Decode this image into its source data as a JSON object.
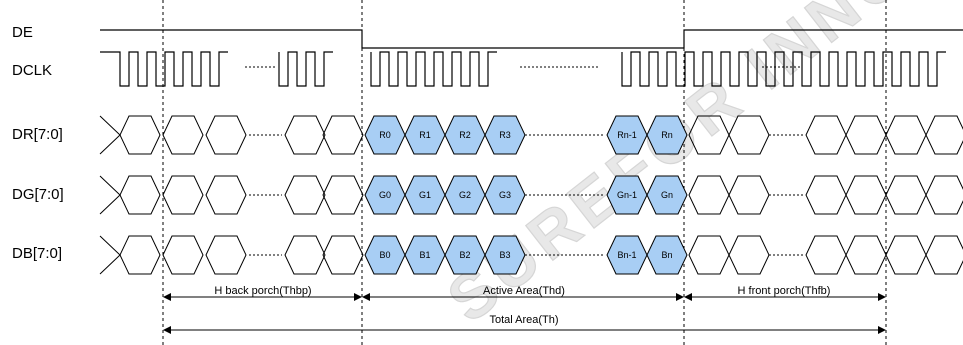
{
  "signals": {
    "de": "DE",
    "dclk": "DCLK",
    "dr": "DR[7:0]",
    "dg": "DG[7:0]",
    "db": "DB[7:0]"
  },
  "rows": {
    "dr": {
      "cells": [
        "R0",
        "R1",
        "R2",
        "R3",
        "Rn-1",
        "Rn"
      ]
    },
    "dg": {
      "cells": [
        "G0",
        "G1",
        "G2",
        "G3",
        "Gn-1",
        "Gn"
      ]
    },
    "db": {
      "cells": [
        "B0",
        "B1",
        "B2",
        "B3",
        "Bn-1",
        "Bn"
      ]
    }
  },
  "annotations": {
    "back_porch": "H back porch(Thbp)",
    "active_area": "Active Area(Thd)",
    "front_porch": "H front porch(Thfb)",
    "total_area": "Total Area(Th)"
  },
  "watermark": "SUREFOR INNOV",
  "colors": {
    "active_fill": "#a8cef4",
    "line": "#000000",
    "watermark": "#e0e0e0"
  }
}
